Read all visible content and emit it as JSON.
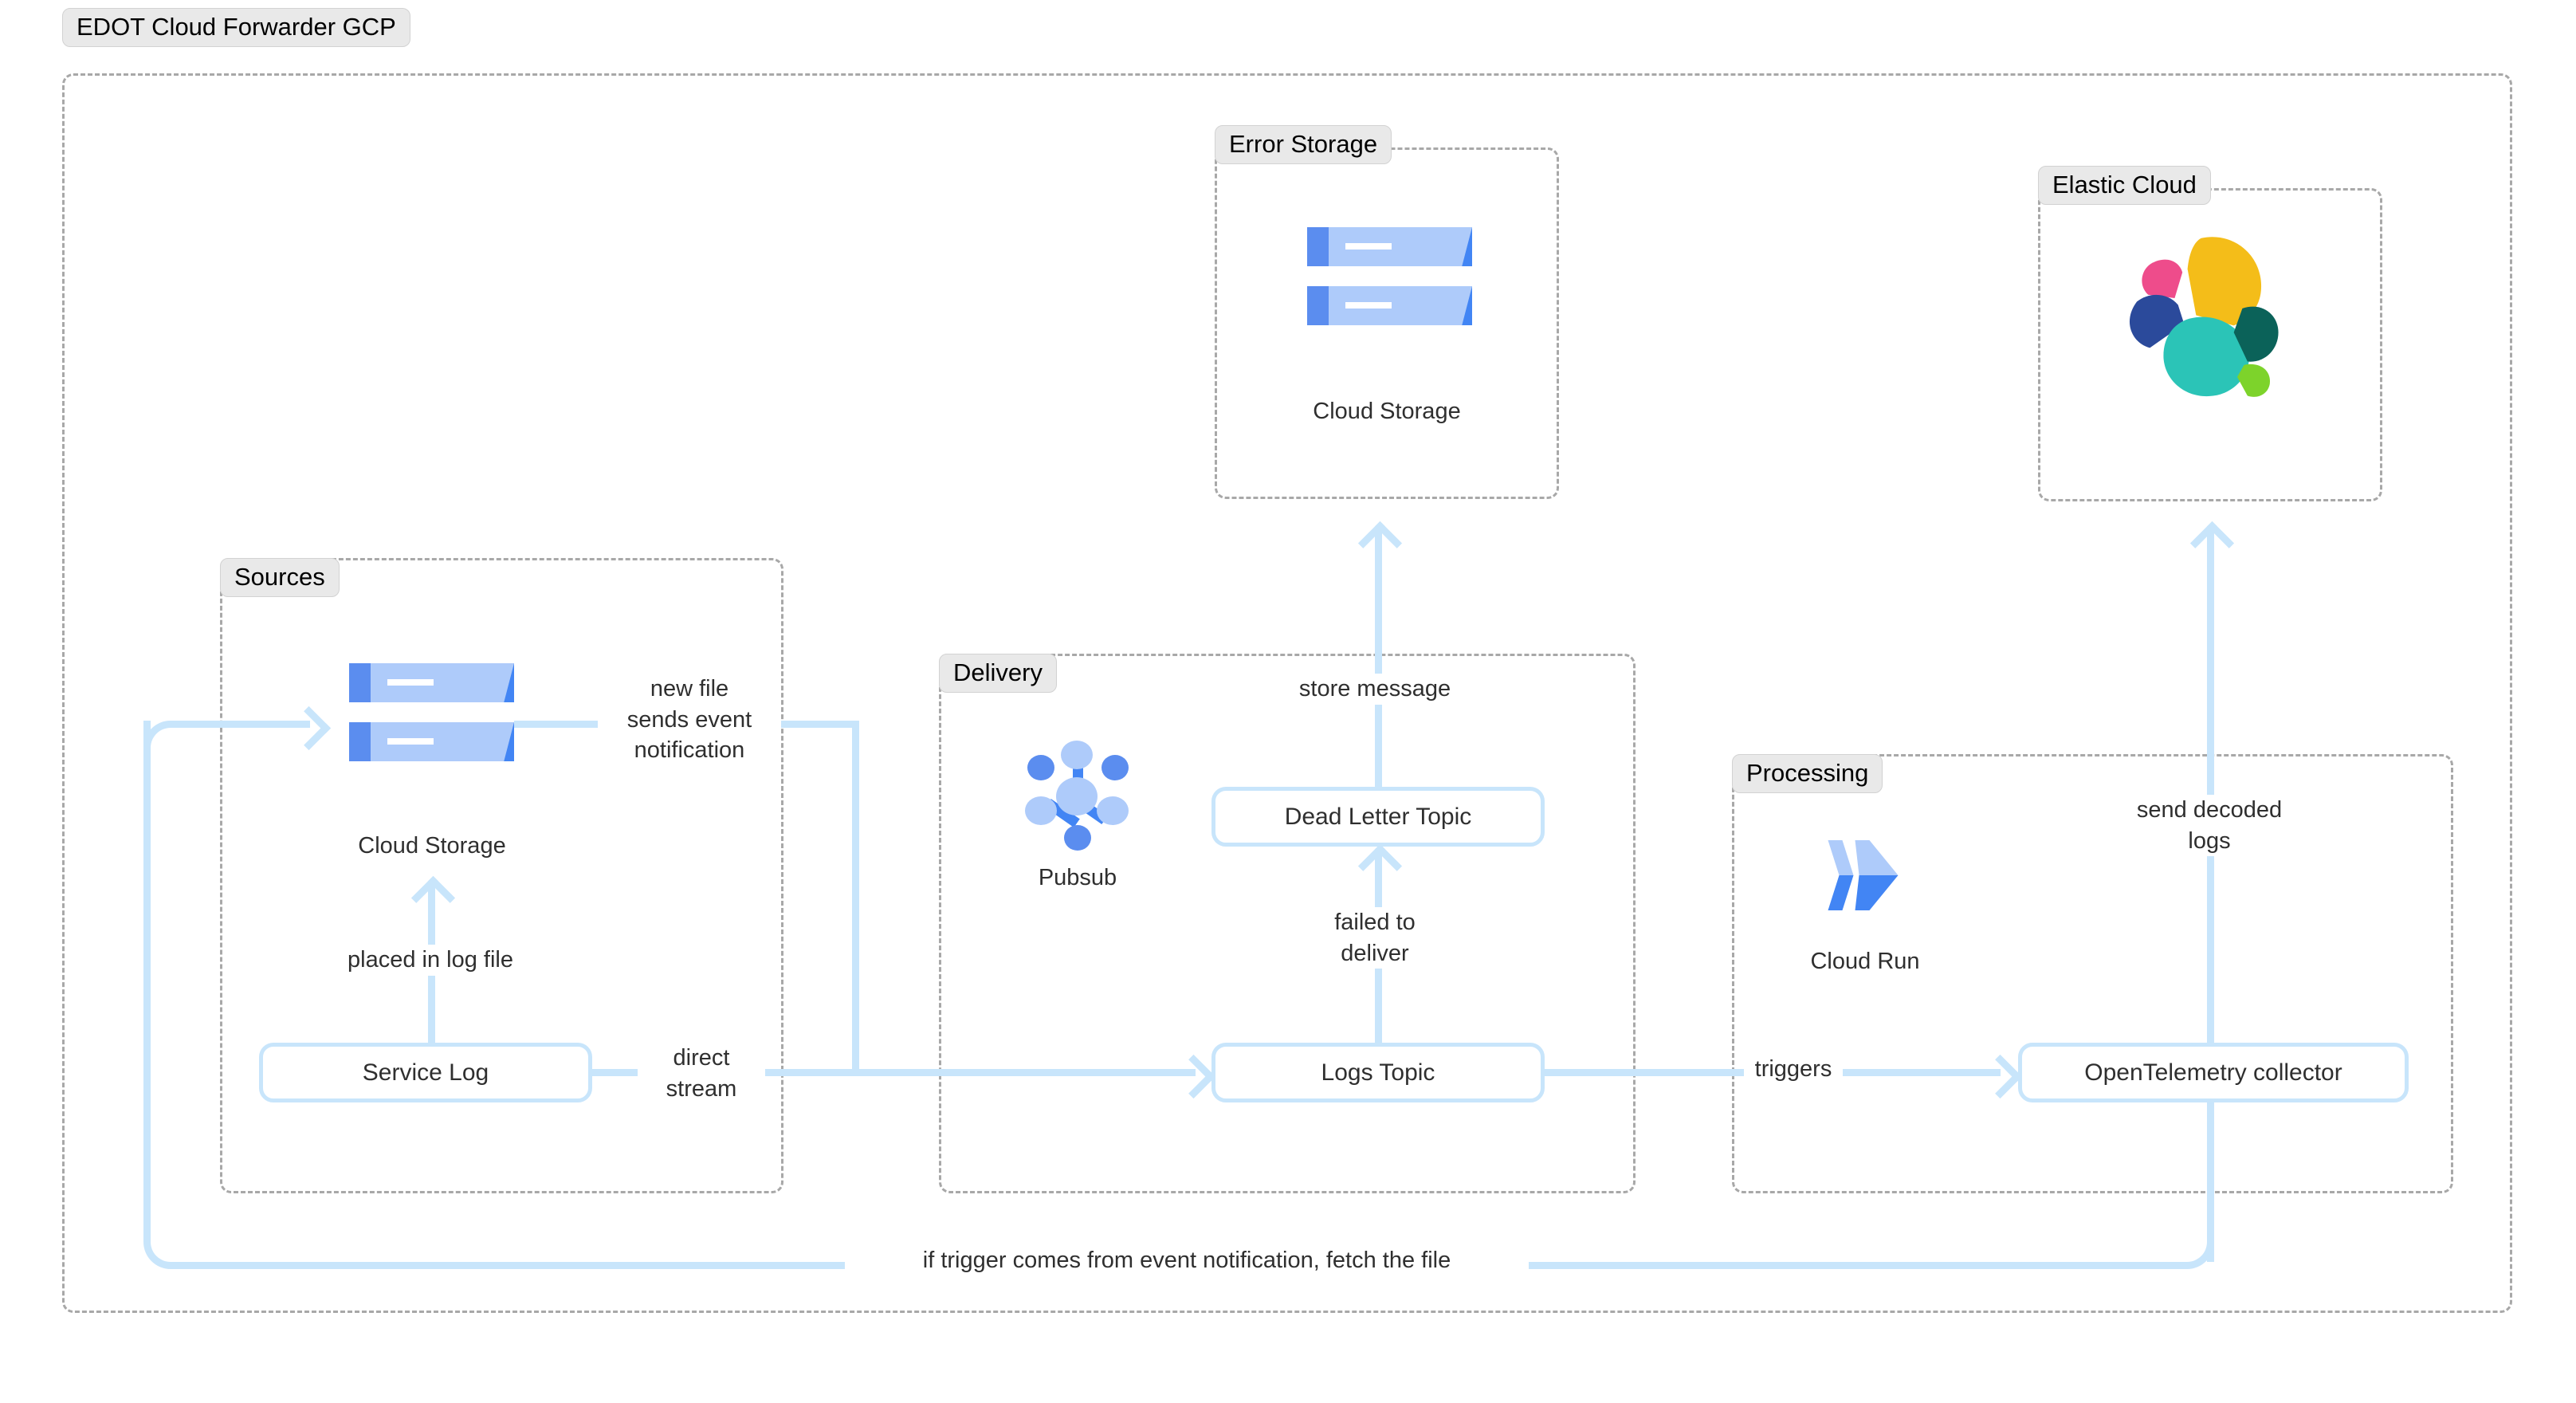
{
  "diagram": {
    "title": "EDOT Cloud Forwarder GCP",
    "groups": [
      {
        "key": "sources",
        "label": "Sources"
      },
      {
        "key": "delivery",
        "label": "Delivery"
      },
      {
        "key": "processing",
        "label": "Processing"
      },
      {
        "key": "error_storage",
        "label": "Error Storage"
      },
      {
        "key": "elastic_cloud",
        "label": "Elastic Cloud"
      }
    ],
    "nodes": [
      {
        "key": "service_log",
        "label": "Service Log",
        "group": "sources"
      },
      {
        "key": "logs_topic",
        "label": "Logs Topic",
        "group": "delivery"
      },
      {
        "key": "dead_letter_topic",
        "label": "Dead Letter Topic",
        "group": "delivery"
      },
      {
        "key": "otel_collector",
        "label": "OpenTelemetry collector",
        "group": "processing"
      }
    ],
    "icons": [
      {
        "key": "sources_cloud_storage",
        "caption": "Cloud Storage",
        "icon": "google-cloud-storage-icon",
        "group": "sources"
      },
      {
        "key": "error_cloud_storage",
        "caption": "Cloud Storage",
        "icon": "google-cloud-storage-icon",
        "group": "error_storage"
      },
      {
        "key": "pubsub",
        "caption": "Pubsub",
        "icon": "google-pubsub-icon",
        "group": "delivery"
      },
      {
        "key": "cloud_run",
        "caption": "Cloud Run",
        "icon": "google-cloud-run-icon",
        "group": "processing"
      },
      {
        "key": "elastic_logo",
        "caption": "",
        "icon": "elastic-logo-icon",
        "group": "elastic_cloud"
      }
    ],
    "edges": [
      {
        "key": "new_file_event",
        "label": "new file\nsends event\nnotification",
        "from": "sources_cloud_storage",
        "to": "logs_topic"
      },
      {
        "key": "placed_in_log",
        "label": "placed in log file",
        "from": "service_log",
        "to": "sources_cloud_storage"
      },
      {
        "key": "direct_stream",
        "label": "direct\nstream",
        "from": "service_log",
        "to": "logs_topic"
      },
      {
        "key": "failed_deliver",
        "label": "failed to\ndeliver",
        "from": "logs_topic",
        "to": "dead_letter_topic"
      },
      {
        "key": "store_message",
        "label": "store message",
        "from": "dead_letter_topic",
        "to": "error_cloud_storage"
      },
      {
        "key": "triggers",
        "label": "triggers",
        "from": "logs_topic",
        "to": "otel_collector"
      },
      {
        "key": "send_decoded",
        "label": "send decoded\nlogs",
        "from": "otel_collector",
        "to": "elastic_logo"
      },
      {
        "key": "fetch_file_loop",
        "label": "if trigger comes from event notification, fetch the file",
        "from": "otel_collector",
        "to": "sources_cloud_storage"
      }
    ],
    "colors": {
      "edge": "#c8e5fb",
      "group_border": "#a8a8a8",
      "group_label_bg": "#e9e9e9",
      "text": "#2f2f2f",
      "gcp_blue_light": "#aecbfa",
      "gcp_blue": "#4285f4",
      "elastic_pink": "#ee4c8b",
      "elastic_yellow": "#f4bd19",
      "elastic_navy": "#2b4a9b",
      "elastic_teal": "#2bc4b7",
      "elastic_darkgreen": "#0b6259",
      "elastic_lightgreen": "#7dd32b"
    }
  }
}
